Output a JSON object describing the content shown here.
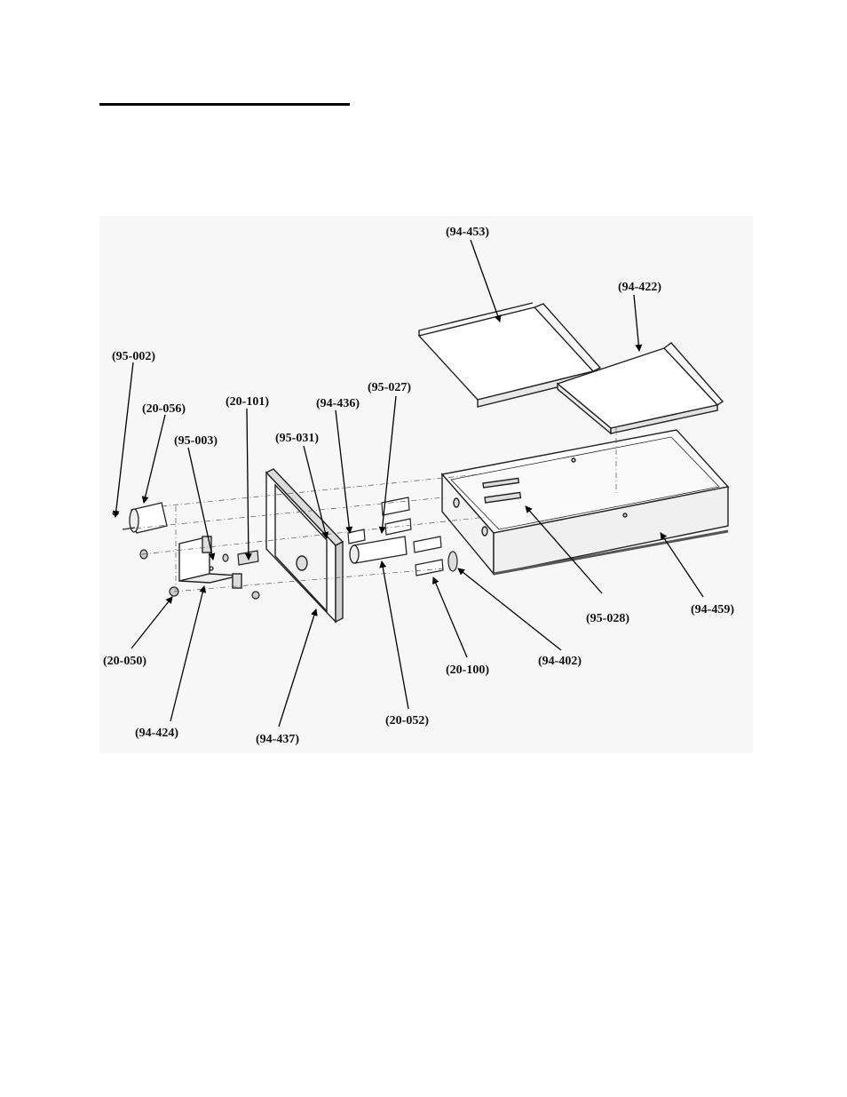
{
  "diagram": {
    "callouts": {
      "c_94_453": "(94-453)",
      "c_94_422": "(94-422)",
      "c_95_002": "(95-002)",
      "c_20_056": "(20-056)",
      "c_95_003": "(95-003)",
      "c_20_101": "(20-101)",
      "c_95_031": "(95-031)",
      "c_94_436": "(94-436)",
      "c_95_027": "(95-027)",
      "c_95_028": "(95-028)",
      "c_94_459": "(94-459)",
      "c_20_050": "(20-050)",
      "c_94_424": "(94-424)",
      "c_94_437": "(94-437)",
      "c_20_052": "(20-052)",
      "c_20_100": "(20-100)",
      "c_94_402": "(94-402)"
    }
  }
}
